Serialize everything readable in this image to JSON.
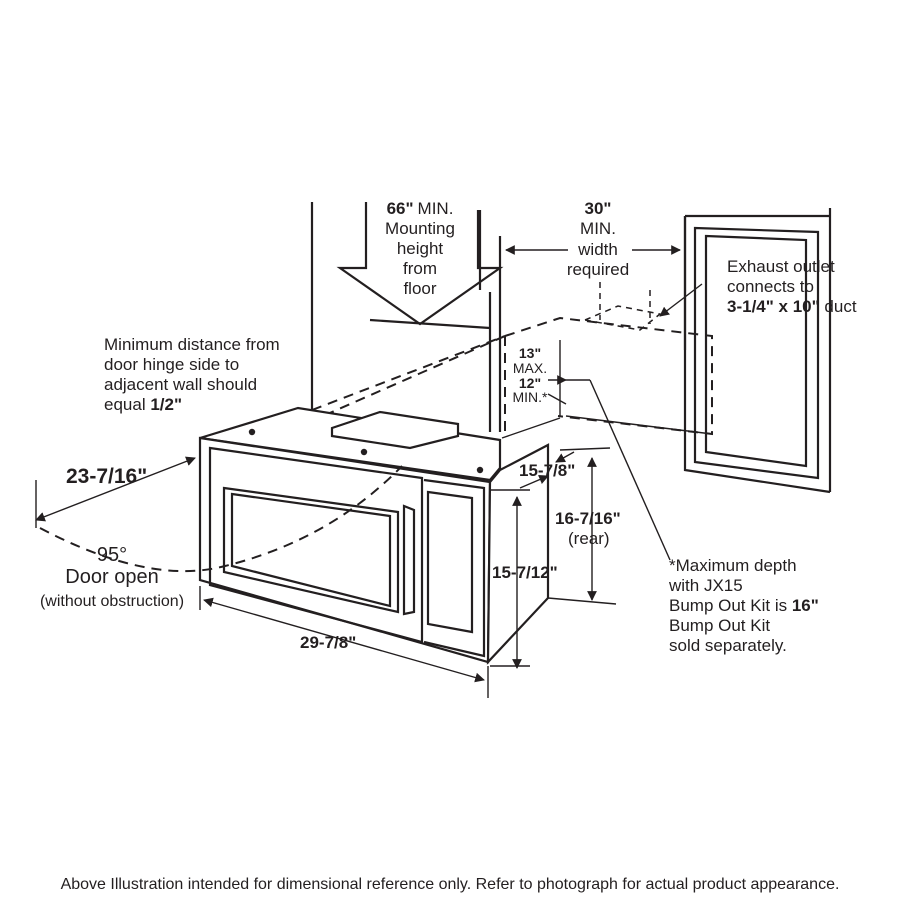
{
  "mounting": {
    "bold": "66\"",
    "min": "MIN.",
    "l2": "Mounting",
    "l3": "height",
    "l4": "from",
    "l5": "floor"
  },
  "width": {
    "bold": "30\"",
    "l2": "MIN.",
    "l3": "width",
    "l4": "required"
  },
  "exhaust": {
    "l1": "Exhaust outlet",
    "l2": "connects to",
    "l3_bold": "3-1/4\" x 10\"",
    "l3_rest": " duct"
  },
  "hinge": {
    "l1": "Minimum distance from",
    "l2": "door hinge side to",
    "l3": "adjacent wall should",
    "l4_pre": "equal ",
    "l4_bold": "1/2\""
  },
  "gap": {
    "max_val": "13\"",
    "max_label": "MAX.",
    "min_val": "12\"",
    "min_label": "MIN.*"
  },
  "dims": {
    "door_reach": "23-7/16\"",
    "depth_top": "15-7/8\"",
    "rear_height": "16-7/16\"",
    "rear_label": "(rear)",
    "front_height": "15-7/12\"",
    "width": "29-7/8\""
  },
  "door": {
    "angle": "95°",
    "label": "Door open",
    "note": "(without obstruction)"
  },
  "note": {
    "l1": "*Maximum depth",
    "l2": "with JX15",
    "l3_pre": "Bump Out Kit is ",
    "l3_bold": "16\"",
    "l4": "Bump Out Kit",
    "l5": "sold separately."
  },
  "footer": "Above Illustration intended for dimensional reference only. Refer to photograph for actual product appearance."
}
